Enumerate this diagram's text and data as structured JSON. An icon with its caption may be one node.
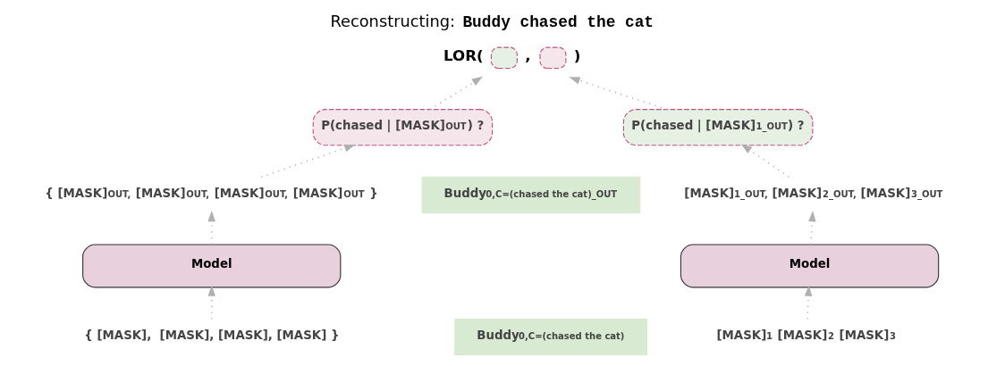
{
  "diagram": {
    "title": "Reconstructing: **Buddy chased the cat**",
    "nodes": [
      {
        "text": [
          "LOR(",
          ",",
          ")"
        ]
      },
      {
        "text": [
          "P(chased | [MASK]$_{OUT}$) ?"
        ]
      },
      {
        "text": [
          "{ [MASK]$_{OUT,}$ [MASK]$_{OUT,}$ [MASK]$_{OUT,}$ [MASK]$_{OUT}$ }"
        ]
      },
      {
        "text": [
          "Model"
        ]
      },
      {
        "text": [
          "{ [MASK],  [MASK], [MASK], [MASK] }"
        ]
      },
      {
        "text": [
          "P(chased | [MASK]$_{1_OUT}$) ?"
        ]
      },
      {
        "text": [
          "Buddy$_{0,C=(chased the cat)_OUT}$"
        ]
      },
      {
        "text": [
          "[MASK]$_{1_OUT,}$ [MASK]$_{2_OUT,}$ [MASK]$_{3_OUT}$"
        ]
      },
      {
        "text": [
          "Model"
        ]
      },
      {
        "text": [
          "Buddy$_{0,C=(chased the cat)}$"
        ]
      },
      {
        "text": [
          "[MASK]$_{1}$ [MASK]$_{2}$ [MASK]$_{3}$"
        ]
      }
    ],
    "edges": [
      {
        "from": 4,
        "to": 3,
        "arrow": "to"
      },
      {
        "from": 3,
        "to": 2,
        "arrow": "to"
      },
      {
        "from": 2,
        "to": 1,
        "arrow": "to"
      },
      {
        "from": 1,
        "to": 0,
        "arrow": "to"
      },
      {
        "from": 10,
        "to": 8,
        "arrow": "to"
      },
      {
        "from": 8,
        "to": 7,
        "arrow": "to"
      },
      {
        "from": 7,
        "to": 5,
        "arrow": "to"
      },
      {
        "from": 5,
        "to": 0,
        "arrow": "to"
      }
    ]
  }
}
